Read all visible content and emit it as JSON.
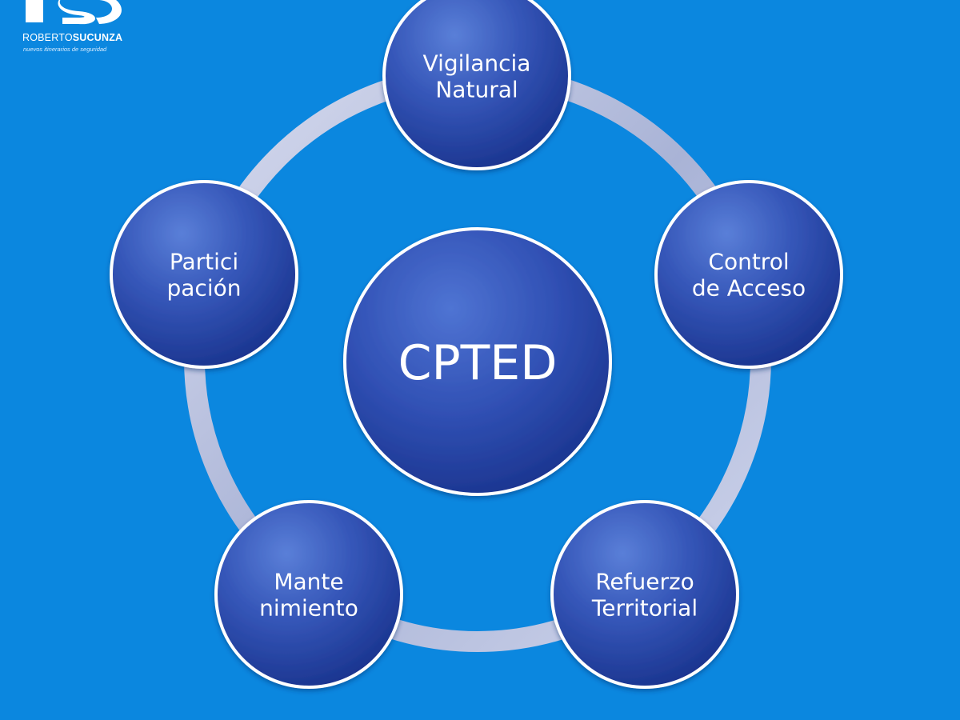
{
  "logo": {
    "mark": "rs",
    "name_light": "ROBERTO",
    "name_bold": "SUCUNZA",
    "tagline": "nuevos itinerarios de seguridad"
  },
  "center": {
    "label": "CPTED"
  },
  "nodes": [
    {
      "id": "vigilancia",
      "lines": [
        "Vigilancia",
        "Natural"
      ]
    },
    {
      "id": "control",
      "lines": [
        "Control",
        "de Acceso"
      ]
    },
    {
      "id": "refuerzo",
      "lines": [
        "Refuerzo",
        "Territorial"
      ]
    },
    {
      "id": "mantenimiento",
      "lines": [
        "Mante",
        "nimiento"
      ]
    },
    {
      "id": "participacion",
      "lines": [
        "Partici",
        "pación"
      ]
    }
  ],
  "colors": {
    "background": "#0b87df",
    "node_light": "#4a6fd0",
    "node_dark": "#1d3a9a",
    "ring": "#b9c3e4",
    "text": "#ffffff"
  }
}
